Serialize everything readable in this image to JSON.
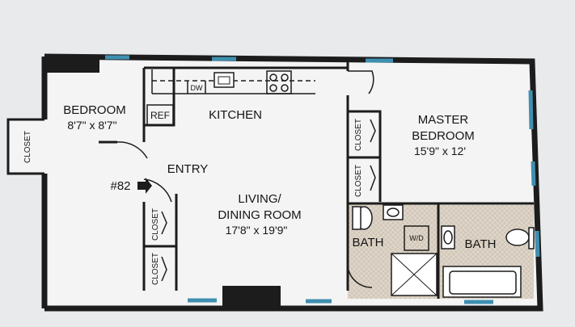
{
  "unit_number": "#82",
  "rooms": {
    "bedroom": {
      "name": "BEDROOM",
      "size": "8'7\" x 8'7\""
    },
    "kitchen": {
      "name": "KITCHEN"
    },
    "entry": {
      "name": "ENTRY"
    },
    "living": {
      "name_line1": "LIVING/",
      "name_line2": "DINING ROOM",
      "size": "17'8\" x 19'9\""
    },
    "master": {
      "name_line1": "MASTER",
      "name_line2": "BEDROOM",
      "size": "15'9\" x 12'"
    },
    "bath1": {
      "name": "BATH"
    },
    "bath2": {
      "name": "BATH"
    }
  },
  "closet_label": "CLOSET",
  "appliances": {
    "refrigerator": "REF",
    "dishwasher": "DW",
    "washer_dryer": "W/D"
  },
  "colors": {
    "paper": "#e9eaec",
    "floor": "#f4f4f4",
    "wall": "#1c1c1c",
    "window": "#3f8fb0",
    "tile": "#d8cfc2"
  }
}
